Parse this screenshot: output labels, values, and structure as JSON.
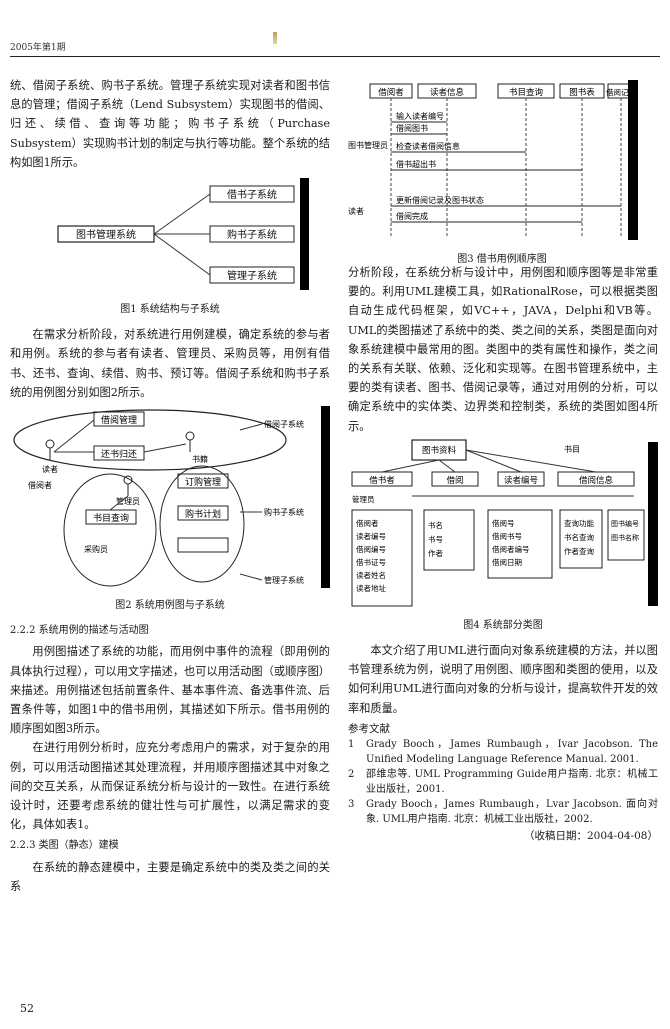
{
  "header": {
    "left": "2005年第1期"
  },
  "left_column": {
    "para1": "统、借阅子系统、购书子系统。管理子系统实现对读者和图书信息的管理；借阅子系统（Lend Subsystem）实现图书的借阅、归还、续借、查询等功能；购书子系统（Purchase Subsystem）实现购书计划的制定与执行等功能。整个系统的结构如图1所示。",
    "fig1": {
      "caption": "图1  系统结构与子系统",
      "root": "图书管理系统",
      "branches": [
        "借书子系统",
        "购书子系统",
        "管理子系统"
      ]
    },
    "para2": "在需求分析阶段，对系统进行用例建模，确定系统的参与者和用例。系统的参与者有读者、管理员、采购员等，用例有借书、还书、查询、续借、购书、预订等。借阅子系统和购书子系统的用例图分别如图2所示。",
    "fig2": {
      "caption": "图2  系统用例图与子系统",
      "labels": [
        "借阅管理",
        "还书归还",
        "读者",
        "书籍",
        "管理员",
        "采购员",
        "书目查询",
        "订购管理",
        "购书计划",
        "借阅者",
        "借阅子系统",
        "购书子系统",
        "管理子系统"
      ]
    },
    "sec_222": "2.2.2  系统用例的描述与活动图",
    "para3": "用例图描述了系统的功能，而用例中事件的流程（即用例的具体执行过程），可以用文字描述，也可以用活动图（或顺序图）来描述。用例描述包括前置条件、基本事件流、备选事件流、后置条件等，如图1中的借书用例，其描述如下所示。借书用例的顺序图如图3所示。",
    "para4": "在进行用例分析时，应充分考虑用户的需求，对于复杂的用例，可以用活动图描述其处理流程，并用顺序图描述其中对象之间的交互关系，从而保证系统分析与设计的一致性。在进行系统设计时，还要考虑系统的健壮性与可扩展性，以满足需求的变化，具体如表1。",
    "sec_223": "2.2.3  类图（静态）建模",
    "para5": "在系统的静态建模中，主要是确定系统中的类及类之间的关系"
  },
  "fig3": {
    "caption": "图3  借书用例顺序图",
    "headers": [
      "借阅者",
      "读者信息",
      "书目查询",
      "图书表",
      "借阅记录"
    ],
    "messages": [
      "输入读者编号",
      "借阅图书",
      "检查读者借阅信息",
      "借书超出书",
      "更新借阅记录及图书状态",
      "借阅完成"
    ],
    "actor_left": "图书管理员",
    "actor_bottom": "读者"
  },
  "right_column": {
    "para1": "分析阶段，在系统分析与设计中，用例图和顺序图等是非常重要的。利用UML建模工具，如RationalRose，可以根据类图自动生成代码框架，如VC++，JAVA，Delphi和VB等。UML的类图描述了系统中的类、类之间的关系，类图是面向对象系统建模中最常用的图。类图中的类有属性和操作，类之间的关系有关联、依赖、泛化和实现等。在图书管理系统中，主要的类有读者、图书、借阅记录等，通过对用例的分析，可以确定系统中的实体类、边界类和控制类，系统的类图如图4所示。",
    "fig4": {
      "caption": "图4  系统部分类图",
      "top_class": "图书资料",
      "classes": [
        "借书者",
        "借阅",
        "读者编号",
        "借阅信息",
        "书目",
        "管理员"
      ],
      "attr_groups": [
        [
          "借阅者",
          "读者编号",
          "借阅编号",
          "借书证号",
          "读者姓名",
          "读者地址"
        ],
        [
          "书名",
          "书号",
          "作者"
        ],
        [
          "借阅号",
          "借阅书号",
          "借阅者编号",
          "借阅日期"
        ],
        [
          "查询功能",
          "书名查询",
          "作者查询"
        ],
        [
          "图书编号",
          "图书名称"
        ]
      ]
    },
    "para2": "本文介绍了用UML进行面向对象系统建模的方法，并以图书管理系统为例，说明了用例图、顺序图和类图的使用，以及如何利用UML进行面向对象的分析与设计，提高软件开发的效率和质量。",
    "refs_head": "参考文献",
    "refs": [
      {
        "num": "1",
        "text": "Grady Booch，James Rumbaugh，Ivar Jacobson. The Unified Modeling Language Reference Manual. 2001."
      },
      {
        "num": "2",
        "text": "邵维忠等. UML Programming Guide用户指南. 北京：机械工业出版社，2001."
      },
      {
        "num": "3",
        "text": "Grady Booch，James Rumbaugh，Lvar Jacobson. 面向对象. UML用户指南. 北京：机械工业出版社，2002."
      }
    ],
    "received": "（收稿日期：2004-04-08）"
  },
  "footer": {
    "page_number": "52"
  },
  "colors": {
    "ink": "#1a1a1a",
    "scan_bar": "#000000",
    "rule": "#222222"
  }
}
